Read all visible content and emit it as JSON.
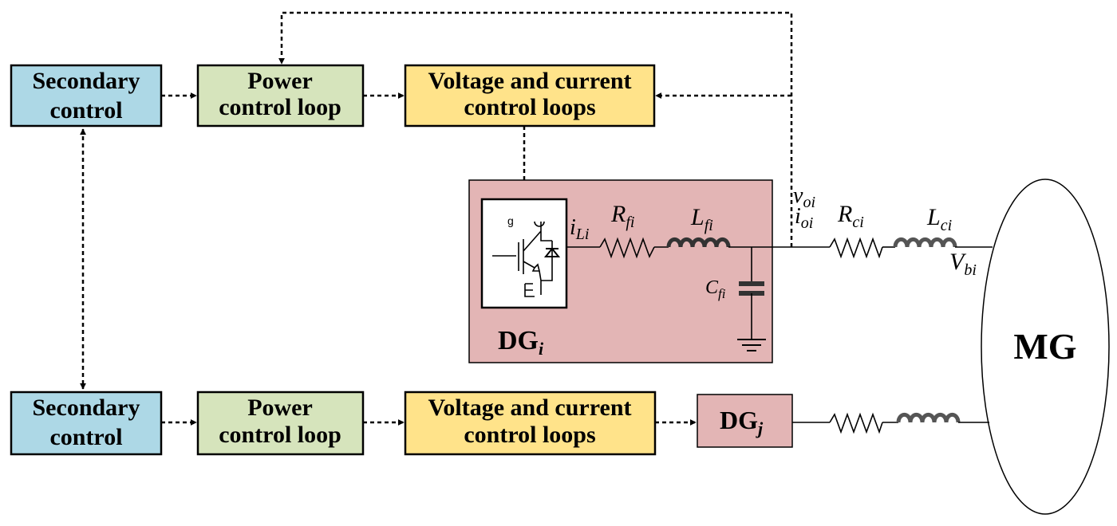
{
  "colors": {
    "secondary_fill": "#add8e6",
    "power_fill": "#d6e4bc",
    "vc_fill": "#ffe38a",
    "dg_fill": "#e3b5b5",
    "line": "#000000"
  },
  "top_row": {
    "secondary": {
      "line1": "Secondary",
      "line2": "control"
    },
    "power": {
      "line1": "Power",
      "line2": "control loop"
    },
    "vc": {
      "line1": "Voltage and current",
      "line2": "control loops"
    }
  },
  "bottom_row": {
    "secondary": {
      "line1": "Secondary",
      "line2": "control"
    },
    "power": {
      "line1": "Power",
      "line2": "control loop"
    },
    "vc": {
      "line1": "Voltage and current",
      "line2": "control loops"
    }
  },
  "dg_i": {
    "base": "DG",
    "sub": "i"
  },
  "dg_j": {
    "base": "DG",
    "sub": "j"
  },
  "mg_label": "MG",
  "symbols": {
    "i_L": {
      "base": "i",
      "sub": "Li"
    },
    "R_f": {
      "base": "R",
      "sub": "fi"
    },
    "L_f": {
      "base": "L",
      "sub": "fi"
    },
    "C_f": {
      "base": "C",
      "sub": "fi"
    },
    "v_o": {
      "base": "v",
      "sub": "oi"
    },
    "i_o": {
      "base": "i",
      "sub": "oi"
    },
    "R_c": {
      "base": "R",
      "sub": "ci"
    },
    "L_c": {
      "base": "L",
      "sub": "ci"
    },
    "V_b": {
      "base": "V",
      "sub": "bi"
    }
  },
  "icons": [
    "igbt-icon",
    "diode-icon",
    "resistor-icon",
    "inductor-icon",
    "capacitor-icon",
    "ground-icon"
  ]
}
